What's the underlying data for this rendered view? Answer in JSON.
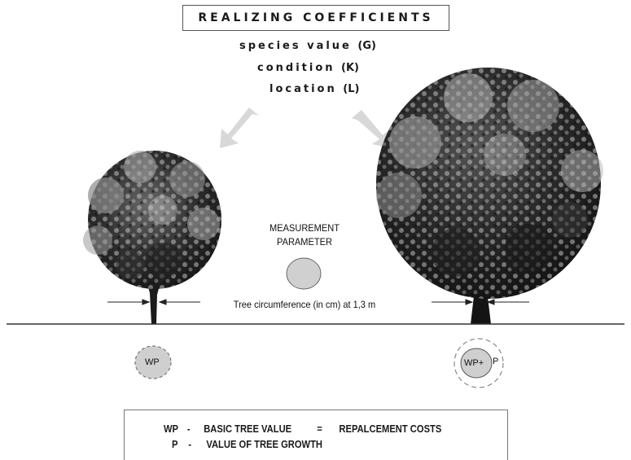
{
  "title": "REALIZING COEFFICIENTS",
  "coefficients": [
    {
      "name": "species value",
      "symbol": "(G)"
    },
    {
      "name": "condition",
      "symbol": "(K)"
    },
    {
      "name": "location",
      "symbol": "(L)"
    }
  ],
  "measurement": {
    "heading_line1": "MEASUREMENT",
    "heading_line2": "PARAMETER",
    "circumference_label": "Tree circumference (in cm) at 1,3 m"
  },
  "badges": {
    "small": "WP",
    "large": "WP+",
    "large_suffix": "P"
  },
  "legend": [
    {
      "abbr": "WP",
      "dash": "-",
      "description": "BASIC TREE VALUE",
      "equals": "=",
      "result": "REPALCEMENT COSTS"
    },
    {
      "abbr": "P",
      "dash": "-",
      "description": "VALUE OF TREE GROWTH"
    }
  ],
  "colors": {
    "arrow": "#d8d8d8",
    "ground": "#333333",
    "badge_fill": "#cfcfcf",
    "canopy_dark": "#1c1c1c",
    "canopy_light": "#bdbdbd"
  }
}
